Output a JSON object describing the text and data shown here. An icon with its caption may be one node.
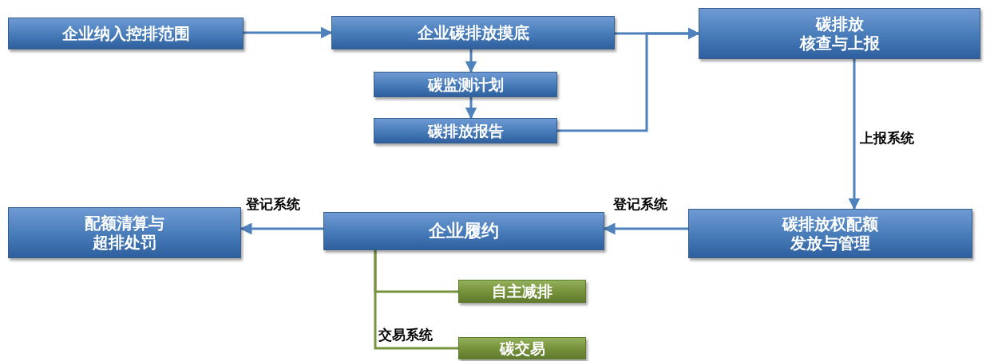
{
  "diagram": {
    "nodes": [
      {
        "text": [
          "企业纳入控排范围"
        ]
      },
      {
        "text": [
          "企业碳排放摸底"
        ]
      },
      {
        "text": [
          "碳监测计划"
        ]
      },
      {
        "text": [
          "碳排放报告"
        ]
      },
      {
        "text": [
          "碳排放核查与上报"
        ]
      },
      {
        "text": [
          "碳排放权配额发放与管理"
        ]
      },
      {
        "text": [
          "企业履约"
        ]
      },
      {
        "text": [
          "配额清算与超排处罚"
        ]
      },
      {
        "text": [
          "自主减排"
        ]
      },
      {
        "text": [
          "碳交易"
        ]
      }
    ],
    "edges": [
      {
        "from": 0,
        "to": 1,
        "arrow": "to"
      },
      {
        "from": 1,
        "to": 2,
        "arrow": "to"
      },
      {
        "from": 2,
        "to": 3,
        "arrow": "to"
      },
      {
        "from": 1,
        "to": 4,
        "arrow": "to"
      },
      {
        "from": 3,
        "to": 4,
        "arrow": "to"
      },
      {
        "from": 4,
        "to": 5,
        "arrow": "to",
        "label": "上报系统"
      },
      {
        "from": 5,
        "to": 6,
        "arrow": "to",
        "label": "登记系统"
      },
      {
        "from": 6,
        "to": 7,
        "arrow": "to",
        "label": "登记系统"
      },
      {
        "from": 6,
        "to": 8,
        "arrow": "none",
        "color": "#77933c"
      },
      {
        "from": 6,
        "to": 9,
        "arrow": "none",
        "color": "#77933c",
        "label": "交易系统"
      }
    ]
  }
}
